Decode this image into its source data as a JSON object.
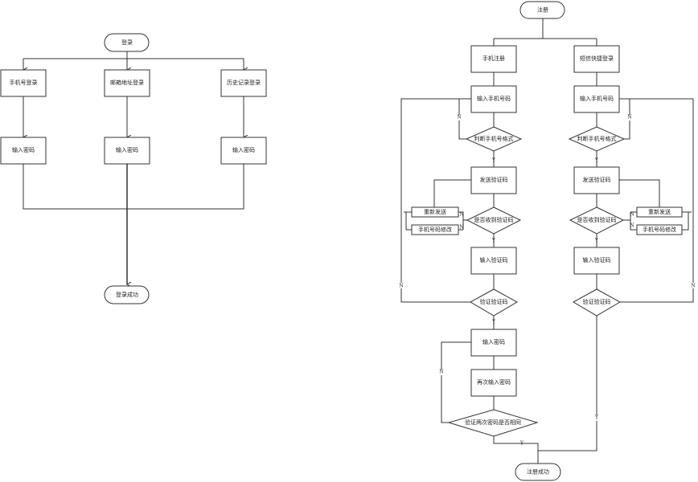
{
  "colors": {
    "stroke": "#333333",
    "background": "#ffffff",
    "text": "#222222"
  },
  "login": {
    "start": "登录",
    "branches": [
      {
        "method": "手机号登录",
        "step": "输入密码"
      },
      {
        "method": "邮箱地址登录",
        "step": "输入密码"
      },
      {
        "method": "历史记录登录",
        "step": "输入密码"
      }
    ],
    "end": "登录成功"
  },
  "register": {
    "start": "注册",
    "left": {
      "method": "手机注册",
      "input_phone": "输入手机号码",
      "check_format": "判断手机号格式",
      "send_code": "发送验证码",
      "received_code": "是否收到验证码",
      "resend": "重新发送",
      "modify_phone": "手机号码修改",
      "input_code": "输入验证码",
      "verify_code": "验证验证码",
      "input_password": "输入密码",
      "input_password_again": "再次输入密码",
      "check_passwords": "验证两次密码是否相同"
    },
    "right": {
      "method": "短信快捷登录",
      "input_phone": "输入手机号码",
      "check_format": "判断手机号格式",
      "send_code": "发送验证码",
      "received_code": "是否收到验证码",
      "resend": "重新发送",
      "modify_phone": "手机号码修改",
      "input_code": "输入验证码",
      "verify_code": "验证验证码"
    },
    "end": "注册成功"
  },
  "edge_labels": {
    "yes": "Y",
    "no": "N"
  }
}
